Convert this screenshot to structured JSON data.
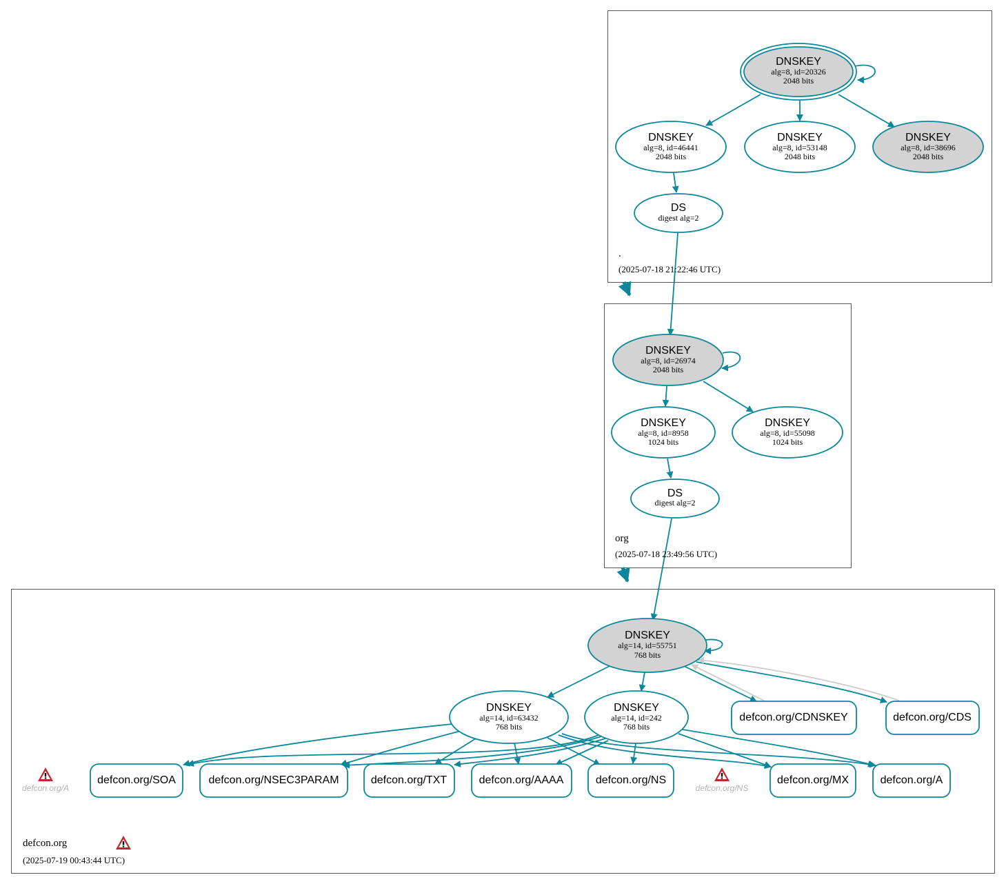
{
  "colors": {
    "edge": "#0a879a",
    "ksk_fill": "#d3d3d3",
    "warn": "#c0272d",
    "ghost": "#b3b3b3"
  },
  "zones": [
    {
      "name": ".",
      "time": "(2025-07-18 21:22:46 UTC)"
    },
    {
      "name": "org",
      "time": "(2025-07-18 23:49:56 UTC)"
    },
    {
      "name": "defcon.org",
      "time": "(2025-07-19 00:43:44 UTC)"
    }
  ],
  "nodes": {
    "root_ksk": {
      "title": "DNSKEY",
      "l1": "alg=8, id=20326",
      "l2": "2048 bits"
    },
    "root_zsk1": {
      "title": "DNSKEY",
      "l1": "alg=8, id=46441",
      "l2": "2048 bits"
    },
    "root_zsk2": {
      "title": "DNSKEY",
      "l1": "alg=8, id=53148",
      "l2": "2048 bits"
    },
    "root_ksk2": {
      "title": "DNSKEY",
      "l1": "alg=8, id=38696",
      "l2": "2048 bits"
    },
    "root_ds": {
      "title": "DS",
      "l1": "digest alg=2"
    },
    "org_ksk": {
      "title": "DNSKEY",
      "l1": "alg=8, id=26974",
      "l2": "2048 bits"
    },
    "org_zsk1": {
      "title": "DNSKEY",
      "l1": "alg=8, id=8958",
      "l2": "1024 bits"
    },
    "org_zsk2": {
      "title": "DNSKEY",
      "l1": "alg=8, id=55098",
      "l2": "1024 bits"
    },
    "org_ds": {
      "title": "DS",
      "l1": "digest alg=2"
    },
    "dc_ksk": {
      "title": "DNSKEY",
      "l1": "alg=14, id=55751",
      "l2": "768 bits"
    },
    "dc_zsk1": {
      "title": "DNSKEY",
      "l1": "alg=14, id=63432",
      "l2": "768 bits"
    },
    "dc_zsk2": {
      "title": "DNSKEY",
      "l1": "alg=14, id=242",
      "l2": "768 bits"
    }
  },
  "rrsets": {
    "cdnskey": "defcon.org/CDNSKEY",
    "cds": "defcon.org/CDS",
    "soa": "defcon.org/SOA",
    "nsec3param": "defcon.org/NSEC3PARAM",
    "txt": "defcon.org/TXT",
    "aaaa": "defcon.org/AAAA",
    "ns": "defcon.org/NS",
    "mx": "defcon.org/MX",
    "a": "defcon.org/A"
  },
  "ghost": {
    "a": "defcon.org/A",
    "ns": "defcon.org/NS"
  },
  "icons": {
    "warning": "warning-triangle-icon"
  }
}
